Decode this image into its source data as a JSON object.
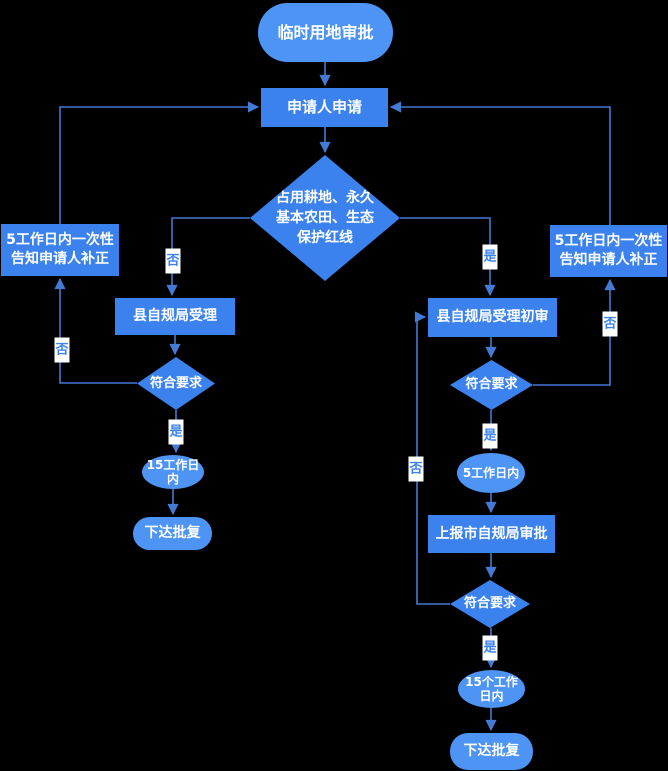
{
  "flowchart": {
    "colors": {
      "process_fill": "#3C82EE",
      "terminal_fill": "#4D94F4",
      "line": "#4479D4",
      "node_text": "#FFFFFF",
      "bg": "#000000"
    },
    "edge_labels": {
      "yes": "是",
      "no": "否"
    },
    "nodes": {
      "start": {
        "type": "terminal",
        "label": "临时用地审批"
      },
      "apply": {
        "type": "process",
        "label": "申请人申请"
      },
      "decision_land": {
        "type": "decision",
        "label": "占用耕地、永久基本农田、生态保护红线"
      },
      "notice_left": {
        "type": "process",
        "label": "5工作日内一次性告知申请人补正"
      },
      "county_accept": {
        "type": "process",
        "label": "县自规局受理"
      },
      "check_left": {
        "type": "decision",
        "label": "符合要求"
      },
      "days15_left": {
        "type": "duration",
        "label": "15工作日内"
      },
      "final_left": {
        "type": "terminal",
        "label": "下达批复"
      },
      "notice_right": {
        "type": "process",
        "label": "5工作日内一次性告知申请人补正"
      },
      "county_initial": {
        "type": "process",
        "label": "县自规局受理初审"
      },
      "check_right1": {
        "type": "decision",
        "label": "符合要求"
      },
      "days5_right": {
        "type": "duration",
        "label": "5工作日内"
      },
      "report_city": {
        "type": "process",
        "label": "上报市自规局审批"
      },
      "check_right2": {
        "type": "decision",
        "label": "符合要求"
      },
      "days15_right": {
        "type": "duration",
        "label": "15个工作日内"
      },
      "final_right": {
        "type": "terminal",
        "label": "下达批复"
      }
    },
    "edges": [
      {
        "from": "start",
        "to": "apply",
        "label": ""
      },
      {
        "from": "apply",
        "to": "decision_land",
        "label": ""
      },
      {
        "from": "decision_land",
        "to": "county_accept",
        "label": "否"
      },
      {
        "from": "county_accept",
        "to": "check_left",
        "label": ""
      },
      {
        "from": "check_left",
        "to": "days15_left",
        "label": "是"
      },
      {
        "from": "days15_left",
        "to": "final_left",
        "label": ""
      },
      {
        "from": "check_left",
        "to": "notice_left",
        "label": "否"
      },
      {
        "from": "notice_left",
        "to": "apply",
        "label": ""
      },
      {
        "from": "decision_land",
        "to": "county_initial",
        "label": "是"
      },
      {
        "from": "county_initial",
        "to": "check_right1",
        "label": ""
      },
      {
        "from": "check_right1",
        "to": "days5_right",
        "label": "是"
      },
      {
        "from": "check_right1",
        "to": "notice_right",
        "label": "否"
      },
      {
        "from": "notice_right",
        "to": "apply",
        "label": ""
      },
      {
        "from": "days5_right",
        "to": "report_city",
        "label": ""
      },
      {
        "from": "report_city",
        "to": "check_right2",
        "label": ""
      },
      {
        "from": "check_right2",
        "to": "days15_right",
        "label": "是"
      },
      {
        "from": "check_right2",
        "to": "county_initial",
        "label": "否"
      },
      {
        "from": "days15_right",
        "to": "final_right",
        "label": ""
      }
    ]
  }
}
